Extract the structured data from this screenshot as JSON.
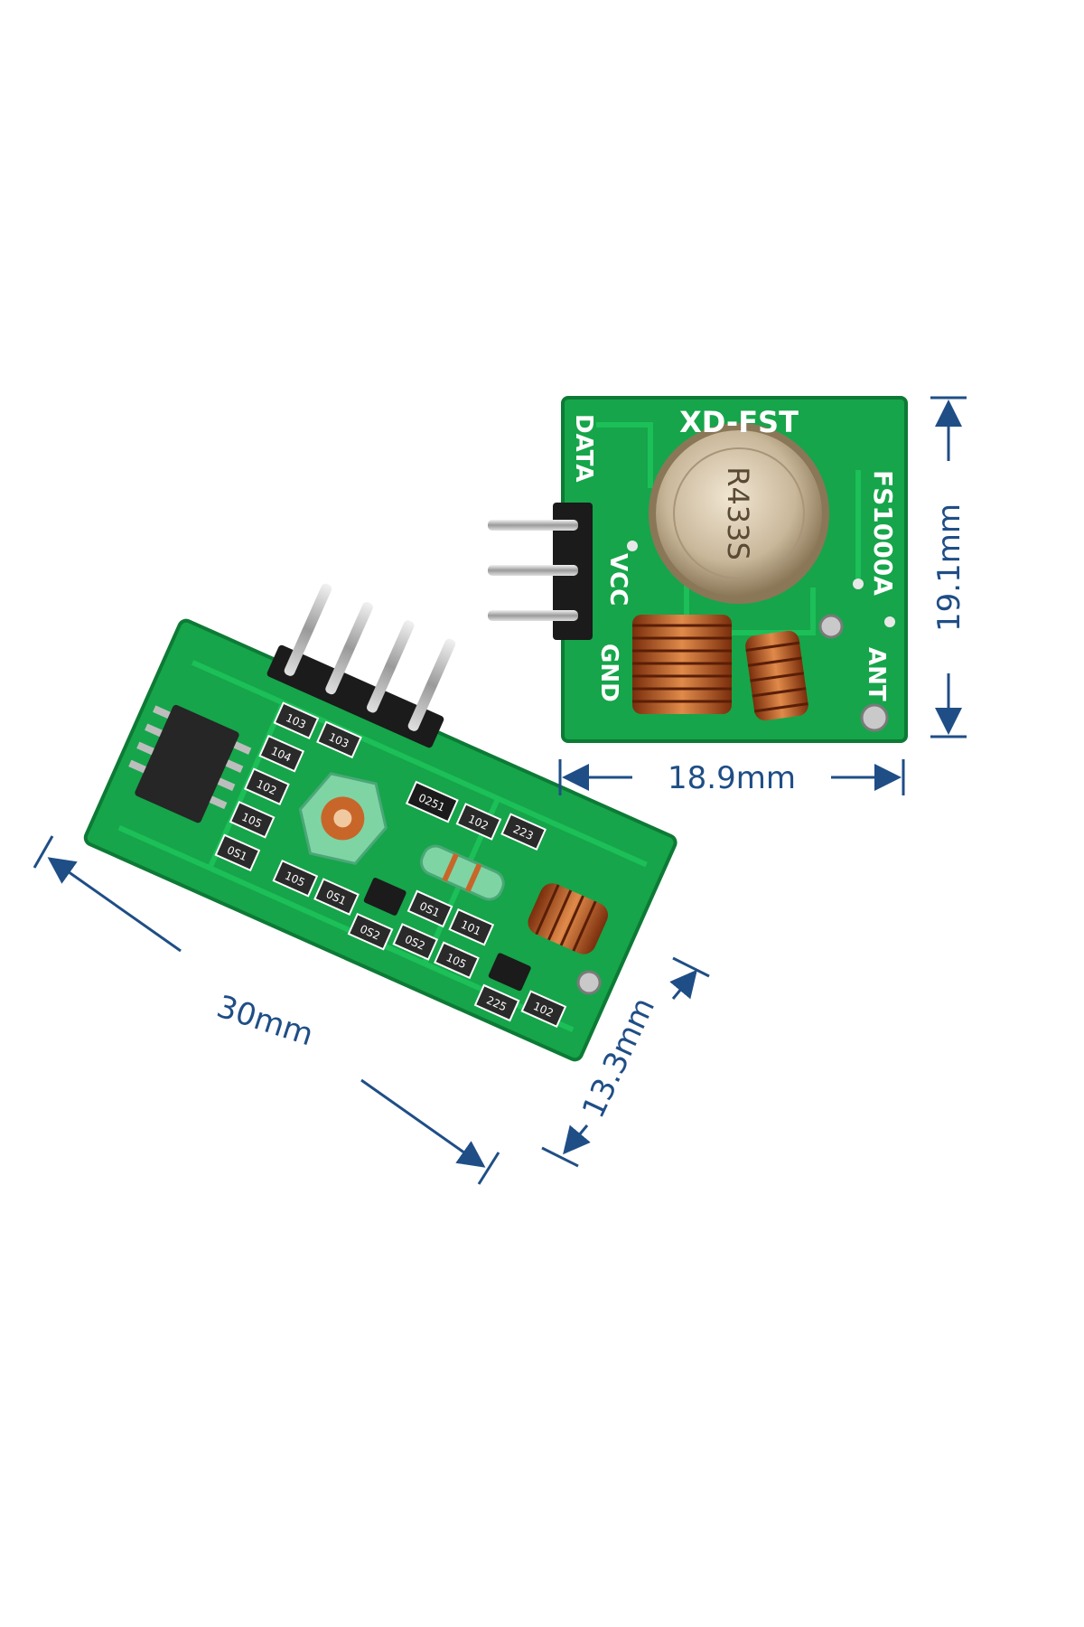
{
  "transmitter": {
    "title": "XD-FST",
    "model": "FS1000A",
    "resonator": "R433S",
    "pins": {
      "data": "DATA",
      "vcc": "VCC",
      "gnd": "GND",
      "ant": "ANT"
    }
  },
  "receiver": {
    "component_labels": [
      "103",
      "104",
      "103",
      "102",
      "105",
      "0251",
      "0S1",
      "105",
      "0S1",
      "102",
      "223",
      "0S1",
      "101",
      "0S2",
      "105",
      "102",
      "225",
      "0S2"
    ]
  },
  "dimensions": {
    "tx_width": "18.9mm",
    "tx_height": "19.1mm",
    "rx_length": "30mm",
    "rx_width": "13.3mm"
  },
  "colors": {
    "pcb_green": "#16a54a",
    "dimension_blue": "#1f4e86",
    "copper": "#c8662a"
  }
}
